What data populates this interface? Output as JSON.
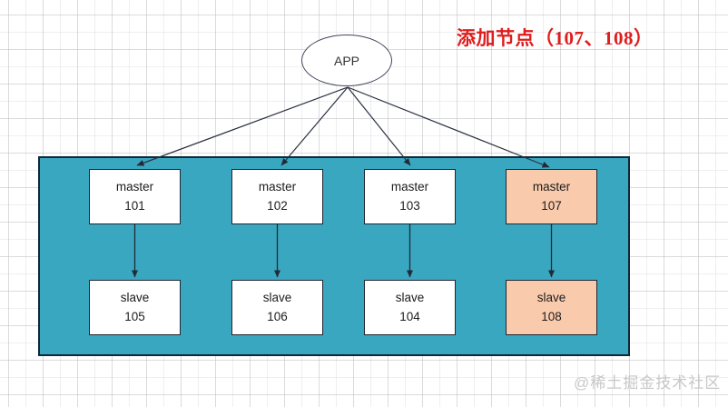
{
  "title": {
    "text": "添加节点（107、108）"
  },
  "colors": {
    "cluster_bg": "#39a7c0",
    "highlight_bg": "#f9cbac",
    "node_bg": "#ffffff",
    "title_red": "#e01d1d",
    "edge_dark": "#222a38"
  },
  "app_node": {
    "label": "APP"
  },
  "cluster": {
    "masters": [
      {
        "role": "master",
        "id": "101",
        "highlighted": false
      },
      {
        "role": "master",
        "id": "102",
        "highlighted": false
      },
      {
        "role": "master",
        "id": "103",
        "highlighted": false
      },
      {
        "role": "master",
        "id": "107",
        "highlighted": true
      }
    ],
    "slaves": [
      {
        "role": "slave",
        "id": "105",
        "highlighted": false
      },
      {
        "role": "slave",
        "id": "106",
        "highlighted": false
      },
      {
        "role": "slave",
        "id": "104",
        "highlighted": false
      },
      {
        "role": "slave",
        "id": "108",
        "highlighted": true
      }
    ],
    "edges": {
      "app_to_masters": [
        "101",
        "102",
        "103",
        "107"
      ],
      "master_to_slave": [
        [
          "101",
          "105"
        ],
        [
          "102",
          "106"
        ],
        [
          "103",
          "104"
        ],
        [
          "107",
          "108"
        ]
      ]
    }
  },
  "watermark": {
    "text": "@稀土掘金技术社区"
  }
}
